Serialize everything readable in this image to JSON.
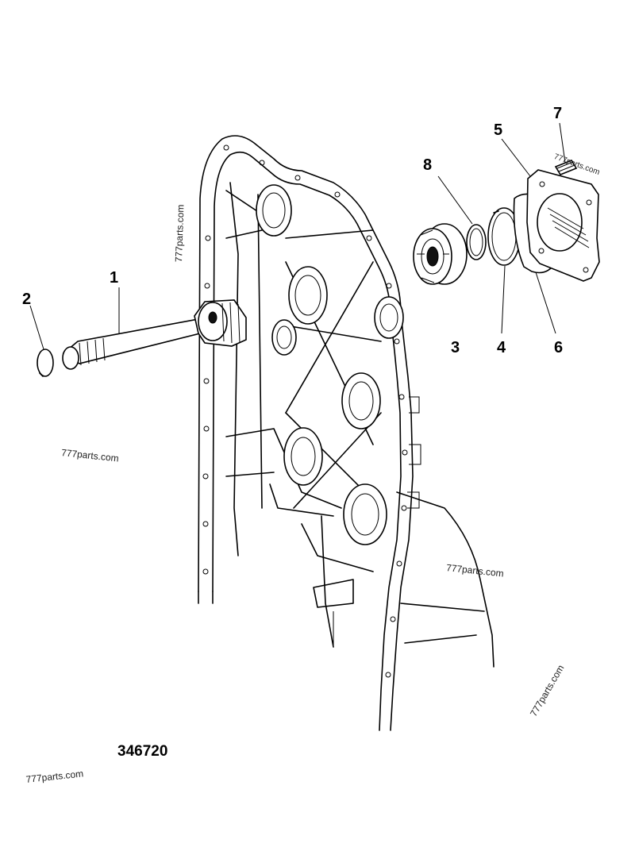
{
  "drawing_number": "346720",
  "watermark_text": "777parts.com",
  "callouts": {
    "c1": "1",
    "c2": "2",
    "c3": "3",
    "c4": "4",
    "c5": "5",
    "c6": "6",
    "c7": "7",
    "c8": "8"
  },
  "colors": {
    "ink": "#000000",
    "background": "#ffffff"
  }
}
